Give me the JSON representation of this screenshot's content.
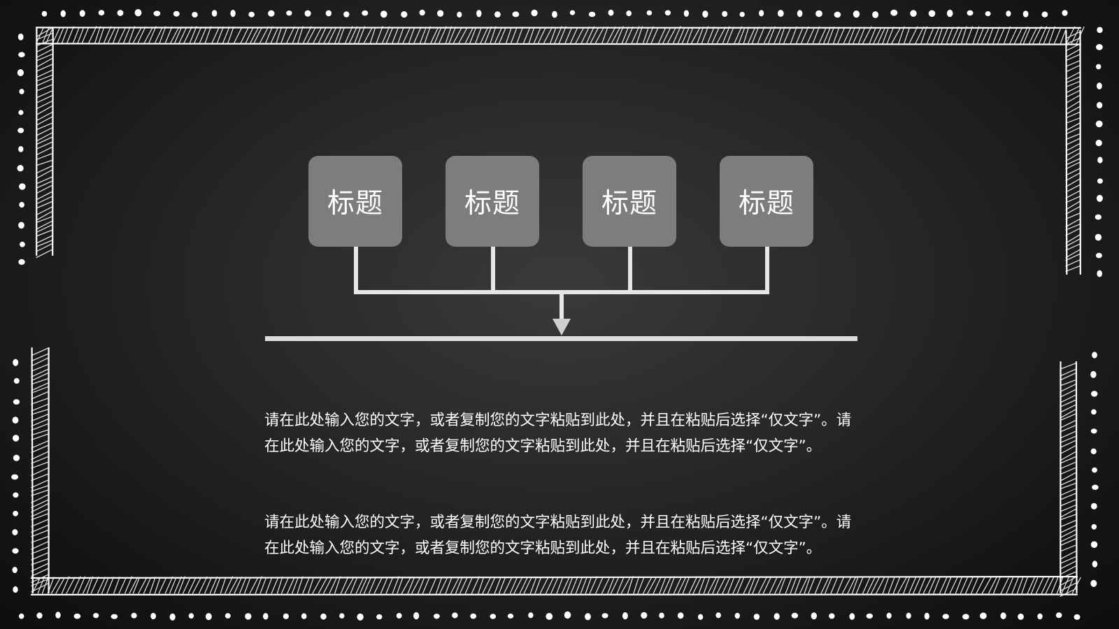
{
  "slide": {
    "background_color": "#262626",
    "chalk_color": "#ffffff",
    "box_color": "#7d7d7d",
    "connector_color": "#e6e6e6"
  },
  "boxes": [
    {
      "label": "标题"
    },
    {
      "label": "标题"
    },
    {
      "label": "标题"
    },
    {
      "label": "标题"
    }
  ],
  "paragraphs": [
    "请在此处输入您的文字，或者复制您的文字粘贴到此处，并且在粘贴后选择“仅文字”。请在此处输入您的文字，或者复制您的文字粘贴到此处，并且在粘贴后选择“仅文字”。",
    "请在此处输入您的文字，或者复制您的文字粘贴到此处，并且在粘贴后选择“仅文字”。请在此处输入您的文字，或者复制您的文字粘贴到此处，并且在粘贴后选择“仅文字”。"
  ]
}
